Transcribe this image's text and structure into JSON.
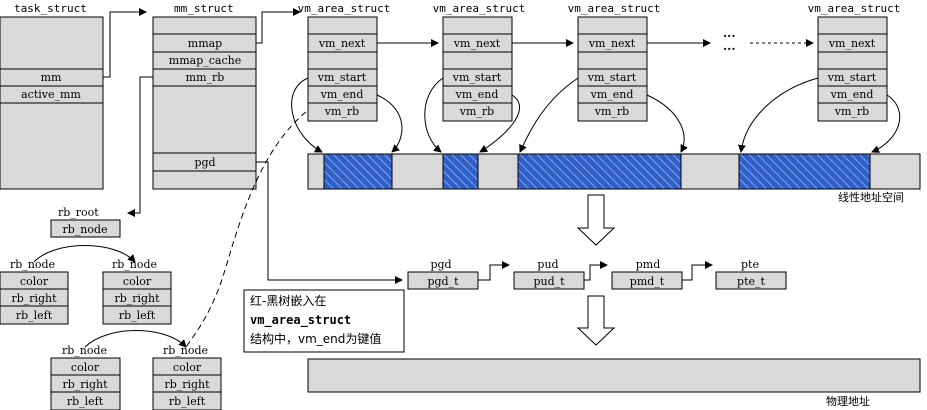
{
  "task_struct": {
    "title": "task_struct",
    "fields": [
      "mm",
      "active_mm"
    ]
  },
  "mm_struct": {
    "title": "mm_struct",
    "fields": [
      "mmap",
      "mmap_cache",
      "mm_rb",
      "pgd"
    ]
  },
  "vm_area": {
    "title": "vm_area_struct",
    "fields": [
      "vm_next",
      "vm_start",
      "vm_end",
      "vm_rb"
    ],
    "ellipsis": "..."
  },
  "linear_space_label": "线性地址空间",
  "physical_space_label": "物理地址",
  "rbtree": {
    "root_title": "rb_root",
    "root_field": "rb_node",
    "node_title": "rb_node",
    "node_fields": [
      "color",
      "rb_right",
      "rb_left"
    ]
  },
  "page_tables": [
    {
      "title": "pgd",
      "field": "pgd_t"
    },
    {
      "title": "pud",
      "field": "pud_t"
    },
    {
      "title": "pmd",
      "field": "pmd_t"
    },
    {
      "title": "pte",
      "field": "pte_t"
    }
  ],
  "note": {
    "line1": "红-黑树嵌入在",
    "line2": "vm_area_struct",
    "line3": "结构中，vm_end为键值"
  },
  "colors": {
    "box_fill": "#d9d9d9",
    "stroke": "#000000",
    "hatch_fill": "#2f5fc8",
    "hatch_line": "#9fb8ee"
  }
}
